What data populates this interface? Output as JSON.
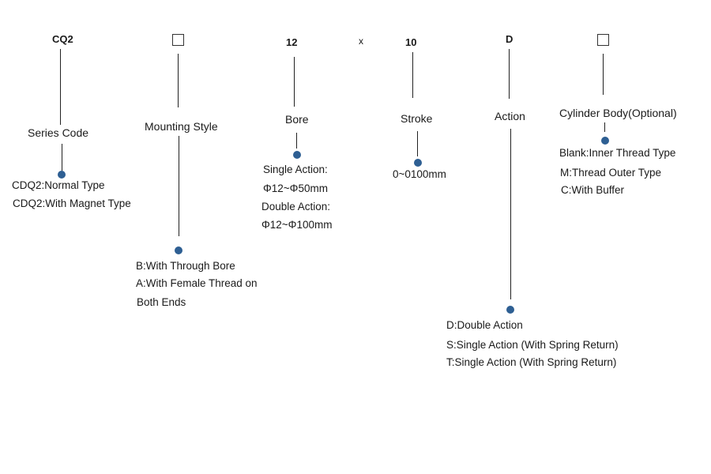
{
  "series": {
    "code": "CQ2",
    "label": "Series Code",
    "options": [
      "CDQ2:Normal Type",
      "CDQ2:With Magnet Type"
    ]
  },
  "mounting": {
    "label": "Mounting Style",
    "options": [
      "B:With Through Bore",
      "A:With Female Thread on",
      "Both Ends"
    ]
  },
  "bore": {
    "code": "12",
    "label": "Bore",
    "options": [
      "Single Action:",
      "Φ12~Φ50mm",
      "Double Action:",
      "Φ12~Φ100mm"
    ]
  },
  "separator": "x",
  "stroke": {
    "code": "10",
    "label": "Stroke",
    "options": [
      "0~0100mm"
    ]
  },
  "action": {
    "code": "D",
    "label": "Action",
    "options": [
      "D:Double Action",
      "S:Single Action (With Spring Return)",
      "T:Single Action (With Spring Return)"
    ]
  },
  "body": {
    "label": "Cylinder Body(Optional)",
    "options": [
      "Blank:Inner Thread Type",
      "M:Thread Outer Type",
      "C:With Buffer"
    ]
  },
  "colors": {
    "dot": "#2e5f93",
    "line": "#222222"
  }
}
